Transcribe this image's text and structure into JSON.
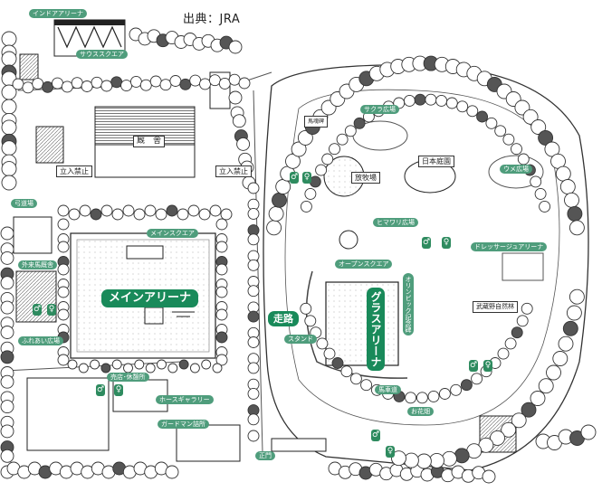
{
  "credit": "出典：JRA",
  "areas": {
    "indoor_arena": "インドアアリーナ",
    "south_square": "サウススクエア",
    "stable": "厩　舎",
    "no_entry_1": "立入禁止",
    "no_entry_2": "立入禁止",
    "archery": "弓道場",
    "visitor_stable": "外来馬厩舎",
    "fureai_square": "ふれあい広場",
    "main_square": "メインスクエア",
    "main_arena": "メインアリーナ",
    "shop_rest": "売店･休憩所",
    "horse_gallery": "ホースギャラリー",
    "guardman": "ガードマン詰所",
    "main_gate": "正門",
    "course": "走路",
    "stand": "スタンド",
    "open_square": "オープンスクエア",
    "grass_arena": "グラスアリーナ",
    "olympic_monument": "オリンピック記念碑",
    "sakura_square": "サクラ広場",
    "horse_monument": "馬魂碑",
    "japanese_garden": "日本庭園",
    "pasture": "放牧場",
    "ume_square": "ウメ広場",
    "himawari_square": "ヒマワリ広場",
    "dressage_arena": "ドレッサージュアリーナ",
    "musashino_forest": "武蔵野自然林",
    "carriage_road": "馬車道",
    "flower_field": "お花畑"
  },
  "colors": {
    "label_bg": "#4f9d7c",
    "label_big_bg": "#198a5a",
    "tree_stroke": "#333333",
    "toilet_icon": "#2e8b5f"
  },
  "icons": {
    "toilet": "toilet-icon",
    "restroom": "restroom-icon"
  }
}
